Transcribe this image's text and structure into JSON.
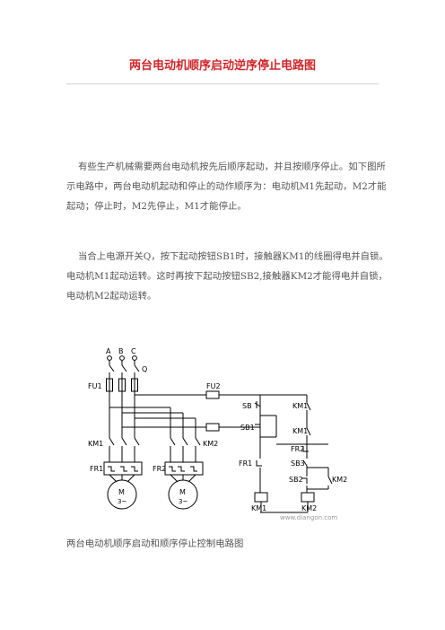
{
  "title": "两台电动机顺序启动逆序停止电路图",
  "paragraphs": [
    "有些生产机械需要两台电动机按先后顺序起动，并且按顺序停止。如下图所示电路中，两台电动机起动和停止的动作顺序为：电动机M1先起动，M2才能起动；停止时，M2先停止，M1才能停止。",
    "当合上电源开关Q，按下起动按钮SB1时，接触器KM1的线圈得电并自锁。电动机M1起动运转。这时再按下起动按钮SB2,接触器KM2才能得电并自锁，电动机M2起动运转。"
  ],
  "diagram": {
    "phase_a": "A",
    "phase_b": "B",
    "phase_c": "C",
    "switch_q": "Q",
    "fuse_fu1": "FU1",
    "fuse_fu2": "FU2",
    "contactor_km1": "KM1",
    "contactor_km2": "KM2",
    "relay_fr1": "FR1",
    "relay_fr2": "FR2",
    "motor_label": "M",
    "motor_phase": "3~",
    "sb_stop1": "SB",
    "sb_start1": "SB1",
    "sb_stop2": "SB3",
    "sb_start2": "SB2",
    "ctl_km1_a": "KM1",
    "ctl_km1_b": "KM1",
    "ctl_fr2": "FR2",
    "ctl_km2": "KM2",
    "ctl_fr1": "FR1",
    "coil_km1": "KM1",
    "coil_km2": "KM2",
    "watermark": "www.diangon.com"
  },
  "caption": "两台电动机顺序启动和顺序停止控制电路图"
}
